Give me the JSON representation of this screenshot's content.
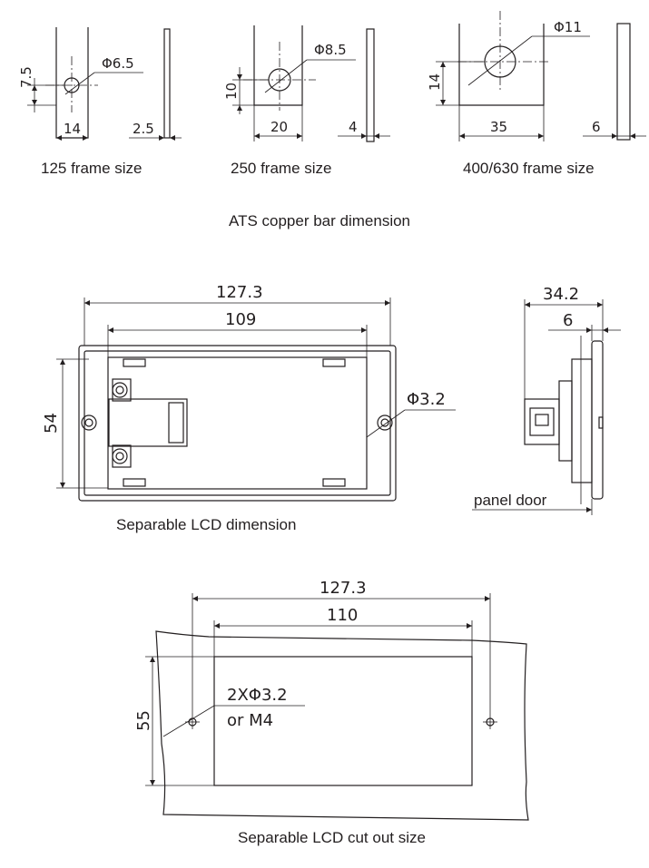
{
  "copper_bar": {
    "title": "ATS copper bar dimension",
    "frame_125": {
      "caption": "125 frame size",
      "hole_diameter": "Φ6.5",
      "hole_height": "7.5",
      "width": "14",
      "thickness": "2.5"
    },
    "frame_250": {
      "caption": "250 frame size",
      "hole_diameter": "Φ8.5",
      "hole_height": "10",
      "width": "20",
      "thickness": "4"
    },
    "frame_400_630": {
      "caption": "400/630 frame size",
      "hole_diameter": "Φ11",
      "hole_height": "14",
      "width": "35",
      "thickness": "6"
    }
  },
  "lcd": {
    "caption": "Separable LCD dimension",
    "overall_width": "127.3",
    "inner_width": "109",
    "height": "54",
    "hole_diameter": "Φ3.2",
    "side_depth": "34.2",
    "side_flange": "6",
    "panel_label": "panel door"
  },
  "cutout": {
    "caption": "Separable LCD cut out size",
    "hole_spacing": "127.3",
    "opening_width": "110",
    "opening_height": "55",
    "hole_note_line1": "2XΦ3.2",
    "hole_note_line2": "or M4"
  }
}
